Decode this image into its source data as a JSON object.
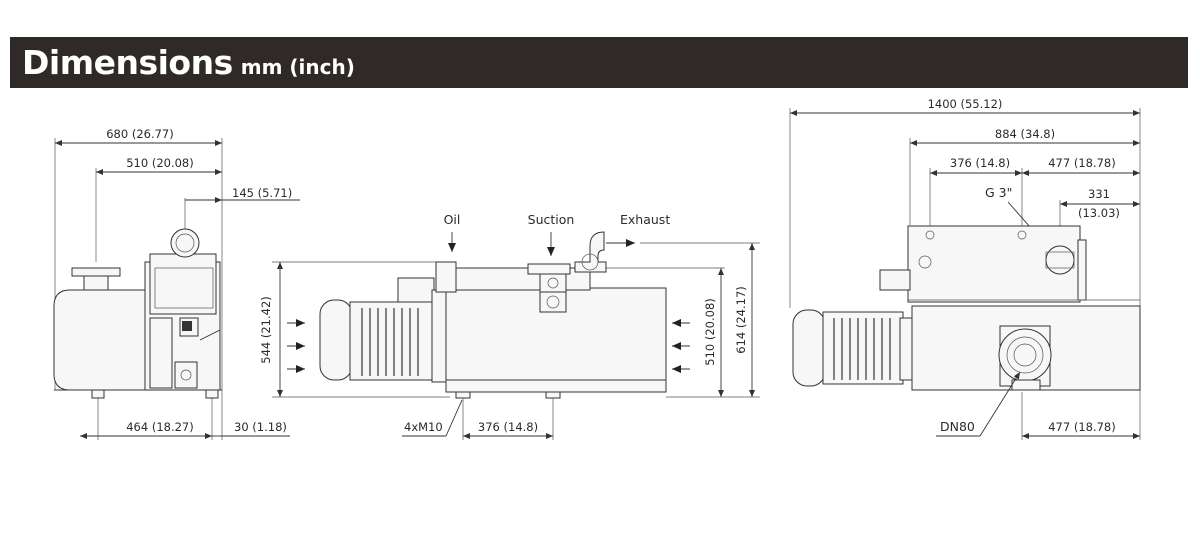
{
  "header": {
    "title": "Dimensions",
    "unit": "mm (inch)",
    "bar_color": "#2f2a28"
  },
  "view_left": {
    "dim_width_total": "680 (26.77)",
    "dim_width_body": "510 (20.08)",
    "dim_flange_offset": "145 (5.71)",
    "dim_foot_span": "464 (18.27)",
    "dim_foot_overhang": "30 (1.18)"
  },
  "view_front": {
    "label_oil": "Oil",
    "label_suction": "Suction",
    "label_exhaust": "Exhaust",
    "dim_height_body": "544 (21.42)",
    "dim_height_inlet": "510 (20.08)",
    "dim_height_total": "614 (24.17)",
    "dim_bolts": "4xM10",
    "dim_foot_spacing": "376 (14.8)"
  },
  "view_right": {
    "dim_length_total": "1400 (55.12)",
    "dim_length_pump": "884 (34.8)",
    "dim_top_left": "376 (14.8)",
    "dim_top_right": "477 (18.78)",
    "label_thread": "G 3\"",
    "dim_exhaust_offset": "331",
    "dim_exhaust_offset_inch": "(13.03)",
    "label_flange": "DN80",
    "dim_bottom": "477 (18.78)"
  }
}
